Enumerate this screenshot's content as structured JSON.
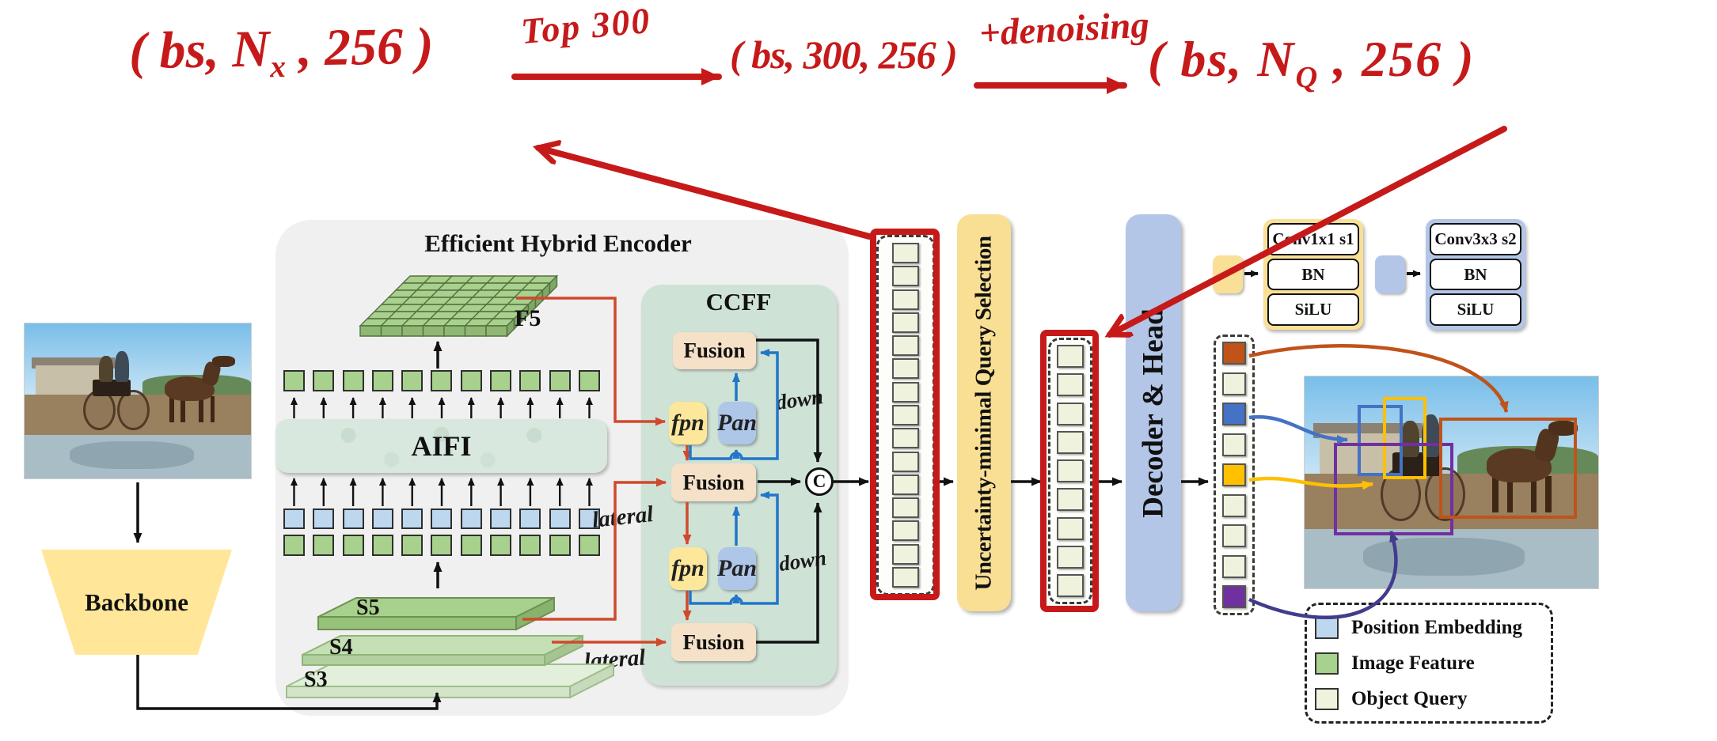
{
  "annotations": {
    "shape_in_pre": "( bs, N",
    "shape_in_sub": "x",
    "shape_in_post": " , 256 )",
    "arrow1_label": "Top 300",
    "shape_mid": "( bs, 300, 256 )",
    "arrow2_label": "+denoising",
    "shape_out_pre": "( bs, N",
    "shape_out_sub": "Q",
    "shape_out_post": " , 256 )"
  },
  "encoder": {
    "title": "Efficient Hybrid Encoder",
    "aifi_label": "AIFI",
    "ccff_label": "CCFF",
    "f5_label": "F5",
    "s5_label": "S5",
    "s4_label": "S4",
    "s3_label": "S3",
    "fusion_label": "Fusion",
    "fpn_label": "fpn",
    "pan_label": "Pan",
    "down_label": "down",
    "lateral_label": "lateral",
    "concat_label": "C",
    "token_count": 11
  },
  "backbone_label": "Backbone",
  "pipeline": {
    "query_selection_label": "Uncertainty-minimal Query Selection",
    "decoder_label": "Decoder & Head",
    "encoder_query_count": 15,
    "selected_query_count": 9,
    "output_query_colors": [
      "#C0531A",
      "",
      "#4472C4",
      "",
      "#FFC000",
      "",
      "",
      "",
      "#7030A0"
    ]
  },
  "conv_blocks": {
    "conv1": {
      "accent": "#FAE096",
      "rows": [
        "Conv1x1 s1",
        "BN",
        "SiLU"
      ]
    },
    "conv2": {
      "accent": "#B3C6E7",
      "rows": [
        "Conv3x3 s2",
        "BN",
        "SiLU"
      ]
    }
  },
  "legend": {
    "items": [
      {
        "color": "#BDD7EE",
        "label": "Position Embedding"
      },
      {
        "color": "#A9D18E",
        "label": "Image Feature"
      },
      {
        "color": "#EFF2DC",
        "label": "Object Query"
      }
    ]
  },
  "colors": {
    "annotation_red": "#C61A1A",
    "lateral_orange": "#D0492C",
    "skip_blue": "#2176C7",
    "query_selection_bar": "#F9DF94",
    "decoder_bar": "#B3C6E7",
    "backbone_fill": "#FFE699",
    "bbox_horse": "#C0531A",
    "bbox_person_left": "#4472C4",
    "bbox_person_right": "#FFC000",
    "bbox_carriage": "#7030A0"
  }
}
